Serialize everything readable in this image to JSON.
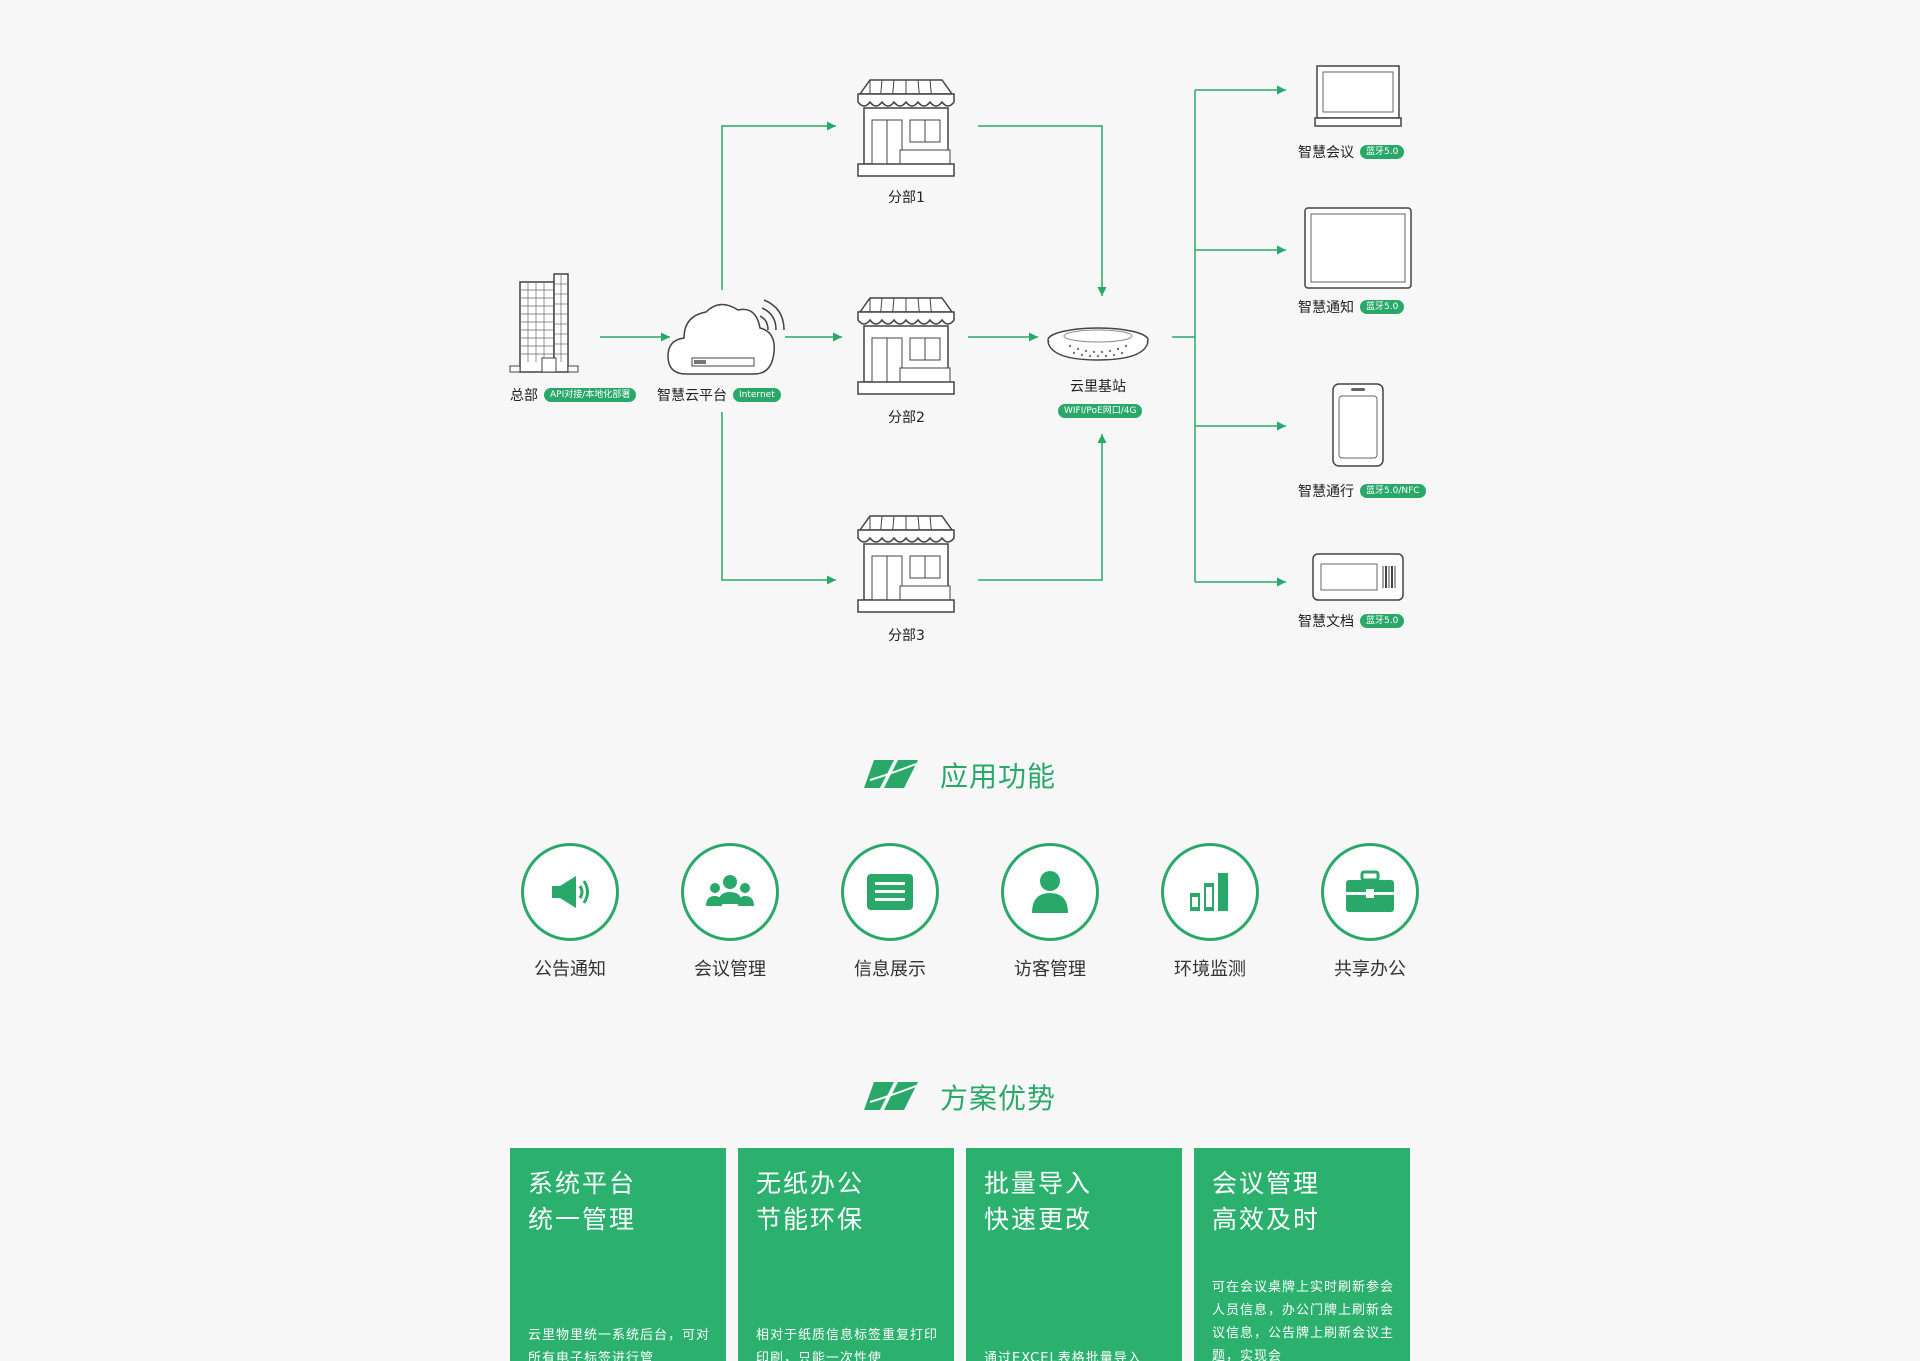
{
  "diagram": {
    "headquarters": {
      "label": "总部",
      "tag": "API对接/本地化部署"
    },
    "cloud": {
      "label": "智慧云平台",
      "tag": "Internet"
    },
    "branches": [
      "分部1",
      "分部2",
      "分部3"
    ],
    "base_station": {
      "label": "云里基站",
      "tag": "WIFI/PoE网口/4G"
    },
    "devices": [
      {
        "label": "智慧会议",
        "tag": "蓝牙5.0"
      },
      {
        "label": "智慧通知",
        "tag": "蓝牙5.0"
      },
      {
        "label": "智慧通行",
        "tag": "蓝牙5.0/NFC"
      },
      {
        "label": "智慧文档",
        "tag": "蓝牙5.0"
      }
    ],
    "accent_color": "#2aa86a"
  },
  "features_section": {
    "title": "应用功能",
    "items": [
      {
        "label": "公告通知",
        "icon": "megaphone-icon"
      },
      {
        "label": "会议管理",
        "icon": "group-icon"
      },
      {
        "label": "信息展示",
        "icon": "document-icon"
      },
      {
        "label": "访客管理",
        "icon": "visitor-icon"
      },
      {
        "label": "环境监测",
        "icon": "bar-chart-icon"
      },
      {
        "label": "共享办公",
        "icon": "briefcase-icon"
      }
    ]
  },
  "advantages_section": {
    "title": "方案优势",
    "cards": [
      {
        "title_line1": "系统平台",
        "title_line2": "统一管理",
        "body": "云里物里统一系统后台，可对所有电子标签进行管"
      },
      {
        "title_line1": "无纸办公",
        "title_line2": "节能环保",
        "body": "相对于纸质信息标签重复打印印刷，只能一次性使"
      },
      {
        "title_line1": "批量导入",
        "title_line2": "快速更改",
        "body": "通过EXCEL表格批量导入"
      },
      {
        "title_line1": "会议管理",
        "title_line2": "高效及时",
        "body": "可在会议桌牌上实时刷新参会人员信息，办公门牌上刷新会议信息，公告牌上刷新会议主题，实现会"
      }
    ]
  }
}
